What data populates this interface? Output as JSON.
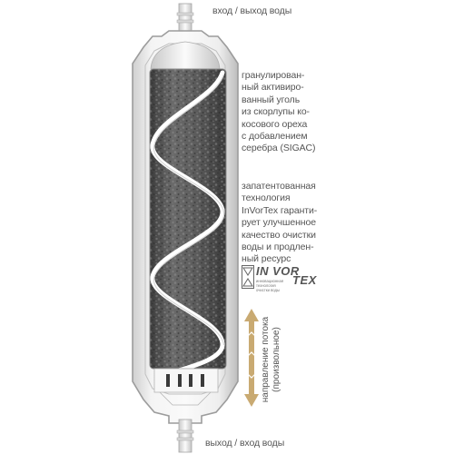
{
  "labels": {
    "inlet_top": "вход / выход воды",
    "outlet_bottom": "выход / вход воды",
    "carbon": "гранулирован-\nный активиро-\nванный уголь\nиз скорлупы ко-\nкосового ореха\nс добавлением\nсеребра (SIGAC)",
    "technology": "запатентованная\nтехнология\nInVorTex гаранти-\nрует улучшенное\nкачество очистки\nводы и продлен-\nный ресурс",
    "flow_direction": "направление потока\n(произвольное)"
  },
  "logo": {
    "word_in": "IN VOR",
    "word_tex": "TEX",
    "tagline": "инновационная\nтехнология\nочистки воды"
  },
  "colors": {
    "housing": "#f2f2f2",
    "housing_edge": "#9a9a9a",
    "carbon_fill": "#5a5a5a",
    "spiral": "#ffffff",
    "arrow": "#c9aa72",
    "text": "#555555"
  }
}
